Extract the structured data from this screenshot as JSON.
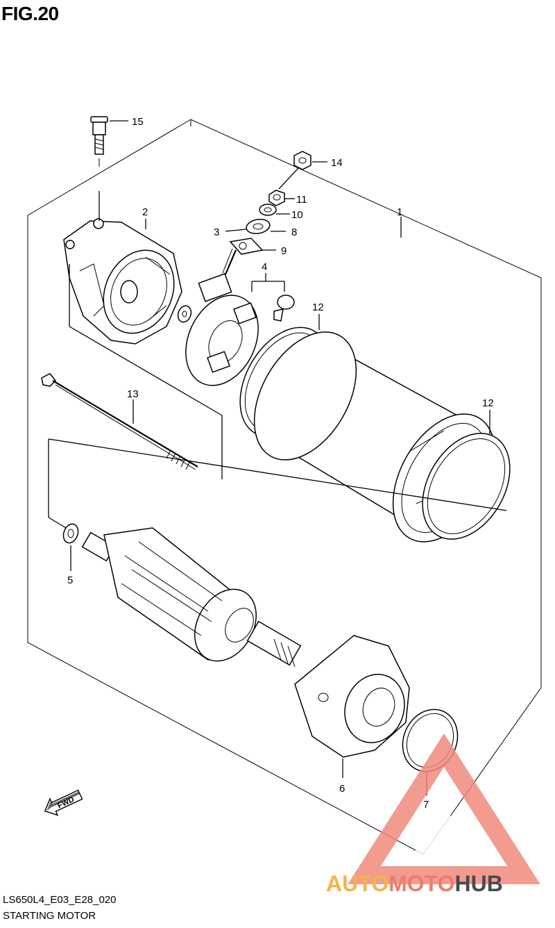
{
  "figure": {
    "title": "FIG.20"
  },
  "footer": {
    "code": "LS650L4_E03_E28_020",
    "caption": "STARTING MOTOR"
  },
  "watermark": {
    "part1": "AUTO",
    "part2": "MOTO",
    "part3": "HUB",
    "colors": {
      "orange": "#f3b44a",
      "red": "#ef7c6a",
      "dark": "#4a4a4a"
    }
  },
  "fwd_label": "FWD",
  "callouts": {
    "c1": "1",
    "c2": "2",
    "c3": "3",
    "c4": "4",
    "c5": "5",
    "c6": "6",
    "c7": "7",
    "c8": "8",
    "c9": "9",
    "c10": "10",
    "c11": "11",
    "c12a": "12",
    "c12b": "12",
    "c13": "13",
    "c14": "14",
    "c15": "15"
  }
}
